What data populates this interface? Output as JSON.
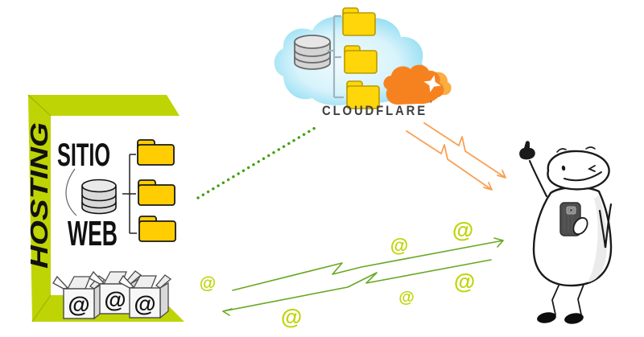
{
  "hosting": {
    "vertical_label": "HOSTING",
    "line1": "SITIO",
    "line2": "WEB",
    "frame_color": "#bfd405",
    "frame_shade_color": "#a3b804",
    "folder_color": "#ffcd02",
    "folder_outline": "#1a1a1a",
    "database_fill": "#d9d9d9"
  },
  "cloudflare": {
    "brand": "CLOUDFLARE",
    "trademark": "’",
    "wordmark_color": "#404042",
    "logo_orange": "#f6821f",
    "logo_light_orange": "#fbad41",
    "cloud_color": "#8edcf4",
    "cloud_inner_color": "#eefafe",
    "folder_color": "#ffd60a",
    "folder_outline": "#b89a00",
    "connector_color": "#9fb6bf"
  },
  "mailboxes": {
    "at_symbol": "@",
    "box_count": 3,
    "box_fill": "#f7f7f7",
    "box_side_fill": "#d9d9d9",
    "box_outline": "#4a4a4a"
  },
  "email_flow": {
    "at_symbol": "@",
    "arrow_color": "#67a822",
    "floating_at_color": "#bfd405",
    "floating_at_count": 6
  },
  "dns_link": {
    "dot_color": "#42a00e"
  },
  "cdn_flow": {
    "arrow_color": "#f9a052"
  },
  "character": {
    "outline_color": "#1a1a1a",
    "body_fill": "#ffffff",
    "shade_fill": "#ebebeb",
    "phone_fill": "#4e4e4e"
  },
  "icons": {
    "database": "database-icon",
    "folder": "folder-icon",
    "cloud": "cloud-icon",
    "mailbox": "open-box-icon",
    "phone": "phone-icon",
    "thumbs_up": "thumbs-up-icon"
  }
}
